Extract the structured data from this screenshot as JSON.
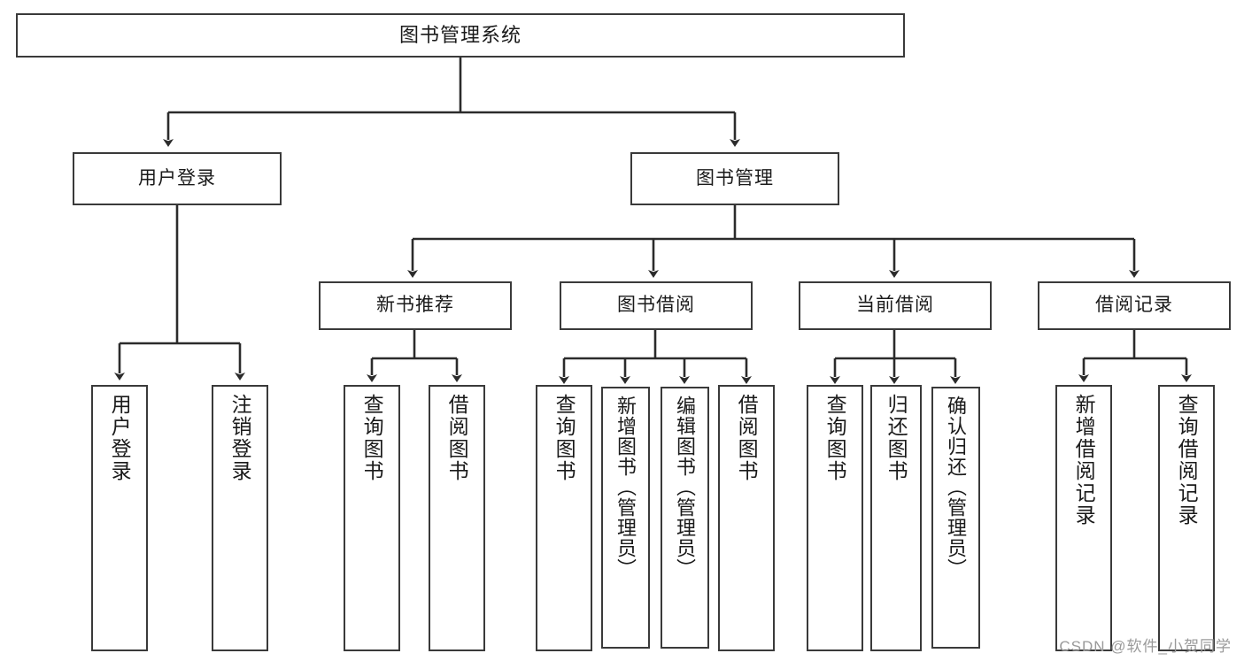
{
  "diagram": {
    "title": "图书管理系统",
    "type": "tree",
    "orientation": "top-down",
    "accent_color": "#3a3a3a",
    "background_color": "#ffffff",
    "watermark": "CSDN @软件_小贺同学"
  },
  "nodes": {
    "root": {
      "label": "图书管理系统"
    },
    "level1": [
      {
        "id": "user-login",
        "label": "用户登录"
      },
      {
        "id": "book-manage",
        "label": "图书管理"
      }
    ],
    "level2": [
      {
        "id": "new-book-recommend",
        "label": "新书推荐",
        "parent": "book-manage"
      },
      {
        "id": "book-borrow",
        "label": "图书借阅",
        "parent": "book-manage"
      },
      {
        "id": "current-borrow",
        "label": "当前借阅",
        "parent": "book-manage"
      },
      {
        "id": "borrow-record",
        "label": "借阅记录",
        "parent": "book-manage"
      }
    ],
    "leaves": [
      {
        "id": "leaf-user-login",
        "label": "用户登录",
        "parent": "user-login"
      },
      {
        "id": "leaf-user-logout",
        "label": "注销登录",
        "parent": "user-login"
      },
      {
        "id": "leaf-query-book-1",
        "label": "查询图书",
        "parent": "new-book-recommend"
      },
      {
        "id": "leaf-borrow-book-1",
        "label": "借阅图书",
        "parent": "new-book-recommend"
      },
      {
        "id": "leaf-query-book-2",
        "label": "查询图书",
        "parent": "book-borrow"
      },
      {
        "id": "leaf-add-book",
        "label": "新增图书（管理员）",
        "parent": "book-borrow"
      },
      {
        "id": "leaf-edit-book",
        "label": "编辑图书（管理员）",
        "parent": "book-borrow"
      },
      {
        "id": "leaf-borrow-book-2",
        "label": "借阅图书",
        "parent": "book-borrow"
      },
      {
        "id": "leaf-query-book-3",
        "label": "查询图书",
        "parent": "current-borrow"
      },
      {
        "id": "leaf-return-book",
        "label": "归还图书",
        "parent": "current-borrow"
      },
      {
        "id": "leaf-confirm-return",
        "label": "确认归还（管理员）",
        "parent": "current-borrow"
      },
      {
        "id": "leaf-add-record",
        "label": "新增借阅记录",
        "parent": "borrow-record"
      },
      {
        "id": "leaf-query-record",
        "label": "查询借阅记录",
        "parent": "borrow-record"
      }
    ]
  }
}
